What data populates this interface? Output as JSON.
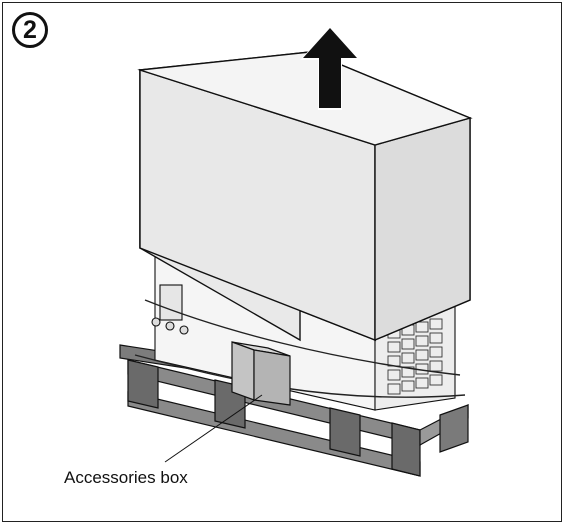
{
  "step": {
    "number": "2"
  },
  "callouts": {
    "accessories_box": "Accessories box"
  },
  "colors": {
    "cover_front": "#e9e9e9",
    "cover_top": "#f4f4f4",
    "cover_side": "#dcdcdc",
    "pallet": "#8c8c8c",
    "pallet_dark": "#5a5a5a",
    "arrow": "#111111",
    "line": "#111111"
  },
  "icons": {
    "lift_direction": "up-arrow-icon",
    "step_marker": "circled-number"
  }
}
